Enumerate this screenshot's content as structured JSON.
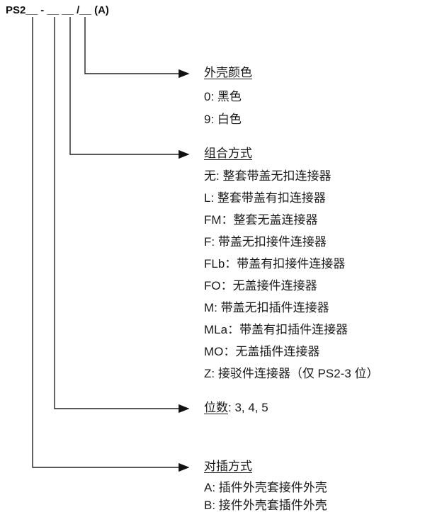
{
  "part_number": "PS2__ - __ __ /__ (A)",
  "shell_color": {
    "heading": "外壳颜色",
    "items": [
      "0: 黑色",
      "9: 白色"
    ]
  },
  "combination": {
    "heading": "组合方式",
    "items": [
      "无: 整套带盖无扣连接器",
      "L: 整套带盖有扣连接器",
      "FM：整套无盖连接器",
      "F: 带盖无扣接件连接器",
      "FLb：带盖有扣接件连接器",
      "FO：无盖接件连接器",
      "M: 带盖无扣插件连接器",
      "MLa：带盖有扣插件连接器",
      "MO：无盖插件连接器",
      "Z: 接驳件连接器（仅 PS2-3 位）"
    ]
  },
  "positions": {
    "heading": "位数",
    "value": ": 3, 4, 5"
  },
  "mating": {
    "heading": "对插方式",
    "items": [
      "A: 插件外壳套接件外壳",
      "B: 接件外壳套插件外壳"
    ]
  }
}
